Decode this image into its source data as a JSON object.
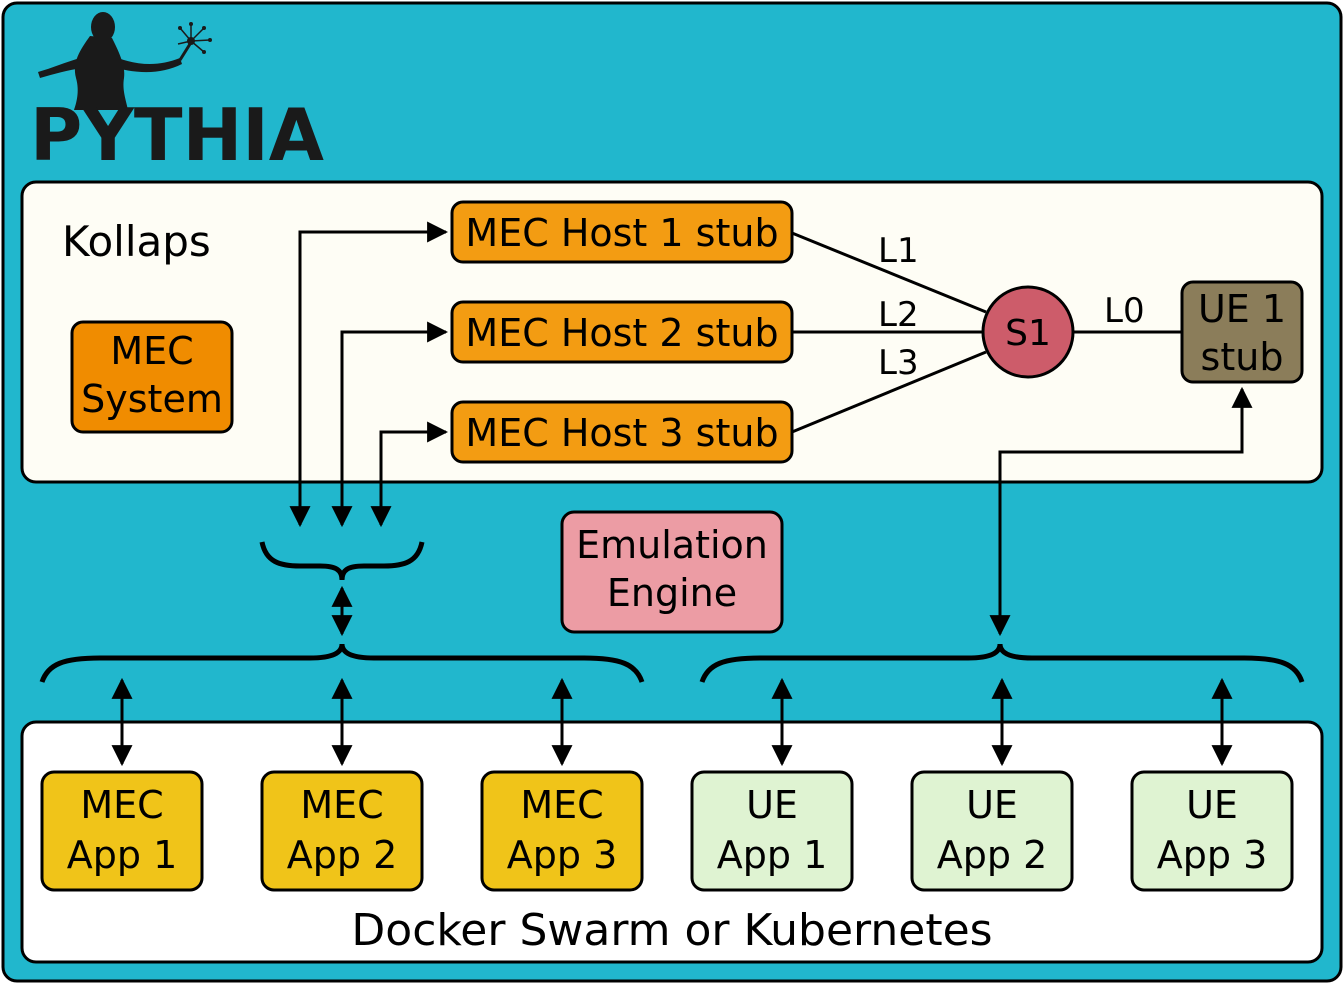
{
  "logo": {
    "wordmark": "PYTHIA",
    "emblem": "pythia-figure-icon"
  },
  "kollaps": {
    "title": "Kollaps",
    "mec_system": [
      "MEC",
      "System"
    ],
    "hosts": [
      "MEC Host 1 stub",
      "MEC Host 2 stub",
      "MEC Host 3 stub"
    ],
    "switch": "S1",
    "links": [
      "L0",
      "L1",
      "L2",
      "L3"
    ],
    "ue_stub": [
      "UE 1",
      "stub"
    ]
  },
  "engine": [
    "Emulation",
    "Engine"
  ],
  "platform": {
    "title": "Docker Swarm or Kubernetes",
    "mec_apps": [
      [
        "MEC",
        "App 1"
      ],
      [
        "MEC",
        "App 2"
      ],
      [
        "MEC",
        "App 3"
      ]
    ],
    "ue_apps": [
      [
        "UE",
        "App 1"
      ],
      [
        "UE",
        "App 2"
      ],
      [
        "UE",
        "App 3"
      ]
    ]
  },
  "colors": {
    "background": "#21b7cd",
    "panel": "#fefdf5",
    "mec_orange": "#f39c12",
    "mec_system": "#f08c00",
    "switch": "#cd5c6a",
    "ue_stub": "#8b7d5a",
    "engine": "#ec9ca4",
    "mec_app": "#f0c419",
    "ue_app": "#dff3d2"
  }
}
